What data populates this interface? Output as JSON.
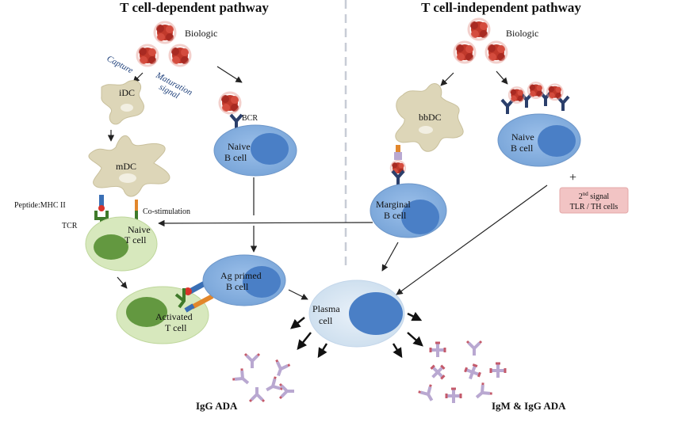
{
  "titles": {
    "left": "T cell-dependent pathway",
    "right": "T cell-independent pathway"
  },
  "biologic": {
    "left": "Biologic",
    "right": "Biologic"
  },
  "labels": {
    "capture": "Capture",
    "maturation_1": "Maturation",
    "maturation_2": "signal",
    "idc": "iDC",
    "mdc": "mDC",
    "bcr": "BCR",
    "naive_b_left_1": "Naive",
    "naive_b_left_2": "B cell",
    "peptide_mhc": "Peptide:MHC II",
    "co_stim": "Co-stimulation",
    "tcr": "TCR",
    "naive_t_1": "Naive",
    "naive_t_2": "T cell",
    "activated_t_1": "Activated",
    "activated_t_2": "T cell",
    "ag_primed_1": "Ag primed",
    "ag_primed_2": "B cell",
    "plasma_1": "Plasma",
    "plasma_2": "cell",
    "bbdc": "bbDC",
    "marginal_1": "Marginal",
    "marginal_2": "B cell",
    "naive_b_right_1": "Naive",
    "naive_b_right_2": "B cell",
    "plus": "+",
    "signal_num": "2",
    "signal_sup": "nd",
    "signal_word": " signal",
    "signal_2": "TLR / TH cells",
    "igg_ada": "IgG ADA",
    "igm_igg_ada": "IgM & IgG ADA"
  },
  "colors": {
    "dc_fill": "#ddd6b8",
    "b_cell": "#8db3e2",
    "b_nucleus": "#4a7fc6",
    "t_cell": "#d7e8bd",
    "t_nucleus": "#4f8a2a",
    "biologic": "#c0392b",
    "antibody": "#b9a8d1",
    "signal_box": "#f2c4c4"
  }
}
